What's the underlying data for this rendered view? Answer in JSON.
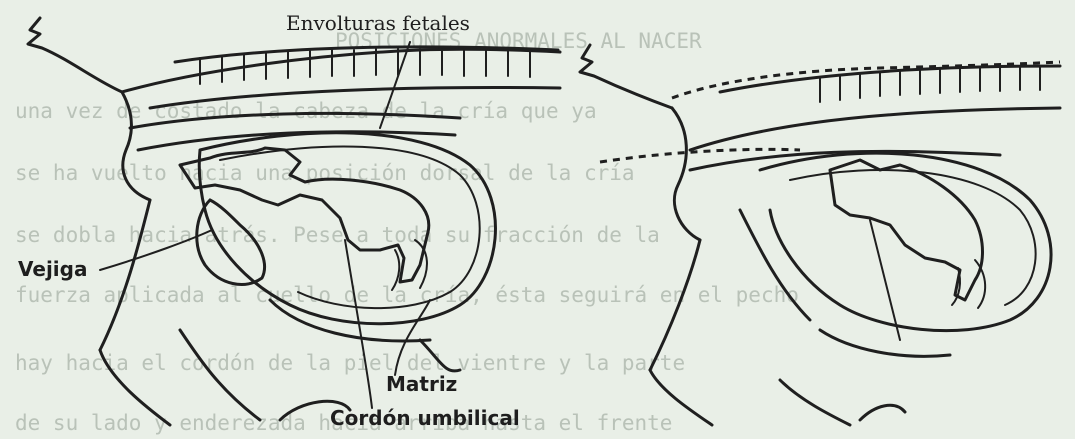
{
  "labels": {
    "envolturas": "Envolturas fetales",
    "vejiga": "Vejiga",
    "matriz": "Matriz",
    "cordon": "Cordón umbilical"
  },
  "bleed_through": [
    "POSICIONES ANORMALES AL NACER",
    "una vez de costado la cabeza de la cría que ya",
    "se ha vuelto hacia una posición dorsal de la cría",
    "se dobla hacia atrás. Pese a toda su fracción de la",
    "fuerza aplicada al cuello de la cría, ésta seguirá en el pecho",
    "hay hacia el cordón de la piel del vientre y la parte",
    "de su lado y enderezada hacia arriba hasta el frente"
  ],
  "colors": {
    "paper": "#e9efe7",
    "ink": "#1f1f1f",
    "bleed": "#b9c2b8"
  }
}
